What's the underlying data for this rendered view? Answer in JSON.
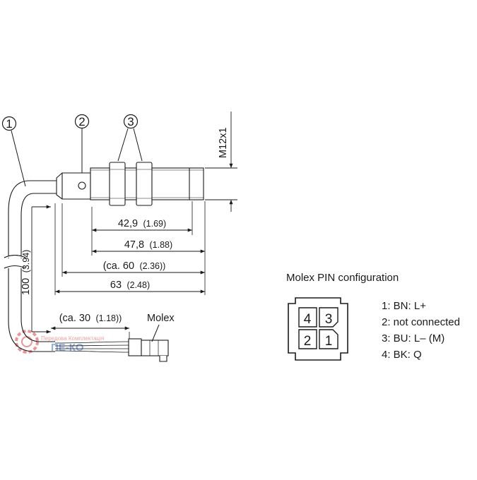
{
  "callouts": [
    "1",
    "2",
    "3"
  ],
  "thread_label": "M12x1",
  "dimensions": [
    {
      "main": "42,9",
      "sub": "(1.69)"
    },
    {
      "main": "47,8",
      "sub": "(1.88)"
    },
    {
      "main": "(ca. 60",
      "sub": "(2.36))"
    },
    {
      "main": "63",
      "sub": "(2.48)"
    },
    {
      "main": "100",
      "sub": "(3.94)"
    },
    {
      "main": "(ca. 30",
      "sub": "(1.18))"
    }
  ],
  "connector_label": "Molex",
  "pin_config": {
    "title": "Molex PIN configuration",
    "pins": [
      "4",
      "3",
      "2",
      "1"
    ],
    "legend": [
      "1: BN: L+",
      "2: not connected",
      "3: BU: L– (M)",
      "4: BK: Q"
    ]
  },
  "watermark": {
    "logo": "ПЕ-КО",
    "tagline": "Передова Комплектація"
  }
}
